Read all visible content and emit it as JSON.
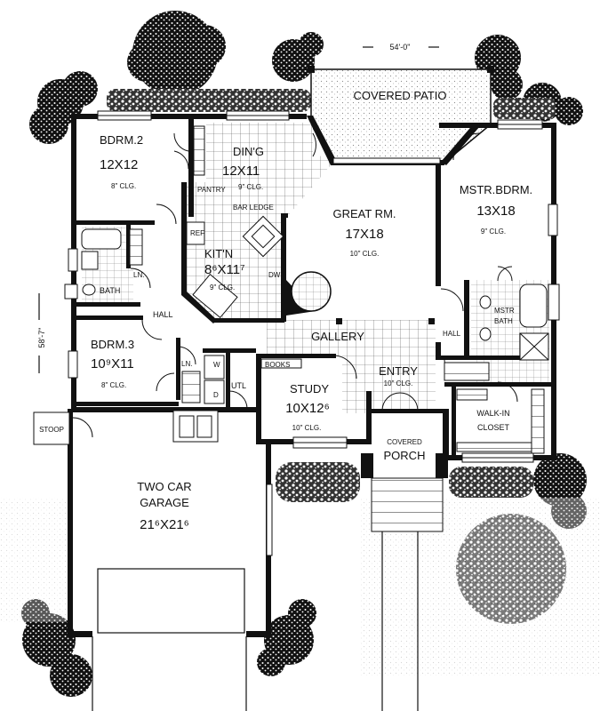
{
  "dimensions": {
    "width_label": "54'-0\"",
    "depth_label": "58'-7\""
  },
  "rooms": {
    "covered_patio": {
      "name": "COVERED PATIO"
    },
    "bdrm2": {
      "name": "BDRM.2",
      "size": "12X12",
      "clg": "8\" CLG."
    },
    "dining": {
      "name": "DIN'G",
      "size": "12X11",
      "clg": "9\" CLG."
    },
    "pantry": {
      "name": "PANTRY"
    },
    "bar_ledge": {
      "name": "BAR LEDGE"
    },
    "ref": {
      "name": "REF"
    },
    "kitchen": {
      "name": "KIT'N",
      "size": "8⁶X11⁷",
      "clg": "9\" CLG."
    },
    "dw": {
      "name": "DW"
    },
    "great_rm": {
      "name": "GREAT RM.",
      "size": "17X18",
      "clg": "10\" CLG."
    },
    "mstr_bdrm": {
      "name": "MSTR.BDRM.",
      "size": "13X18",
      "clg": "9\" CLG."
    },
    "bath": {
      "name": "BATH"
    },
    "ln1": {
      "name": "LN."
    },
    "hall": {
      "name": "HALL"
    },
    "bdrm3": {
      "name": "BDRM.3",
      "size": "10⁹X11",
      "clg": "8\" CLG."
    },
    "ln2": {
      "name": "LN."
    },
    "w": {
      "name": "W"
    },
    "d": {
      "name": "D"
    },
    "utl": {
      "name": "UTL"
    },
    "gallery": {
      "name": "GALLERY"
    },
    "books": {
      "name": "BOOKS"
    },
    "study": {
      "name": "STUDY",
      "size": "10X12⁶",
      "clg": "10\" CLG."
    },
    "entry": {
      "name": "ENTRY",
      "clg": "10\" CLG."
    },
    "hall2": {
      "name": "HALL"
    },
    "mstr_bath": {
      "name": "MSTR",
      "name2": "BATH"
    },
    "walk_in": {
      "name": "WALK-IN",
      "name2": "CLOSET"
    },
    "covered_porch": {
      "name": "COVERED",
      "name2": "PORCH"
    },
    "stoop": {
      "name": "STOOP"
    },
    "garage": {
      "name": "TWO CAR",
      "name2": "GARAGE",
      "size": "21⁶X21⁶"
    }
  }
}
